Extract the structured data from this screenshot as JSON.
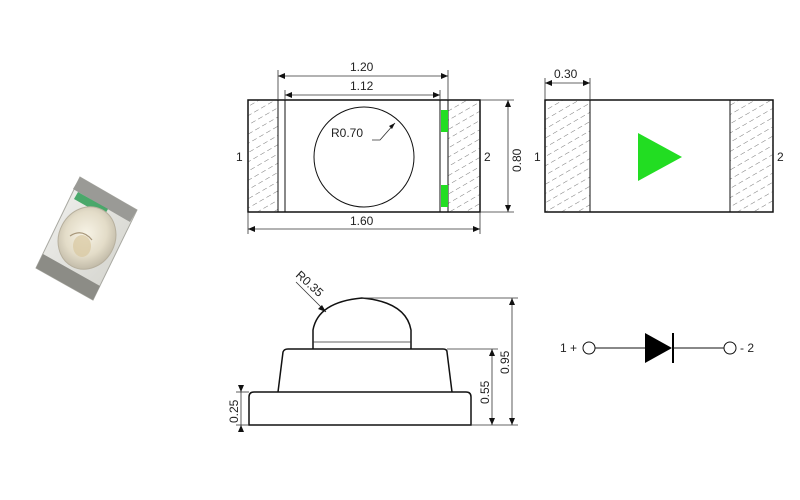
{
  "top_view": {
    "pin_left": "1",
    "pin_right": "2",
    "dim_overall_inner": "1.20",
    "dim_window": "1.12",
    "dim_length": "1.60",
    "dim_width": "0.80",
    "dim_radius": "R0.70"
  },
  "bottom_view": {
    "pin_left": "1",
    "pin_right": "2",
    "dim_pad": "0.30",
    "polarity_color": "#22dd22"
  },
  "side_view": {
    "dim_dome_radius": "R0.35",
    "dim_total_height": "0.95",
    "dim_body_height": "0.55",
    "dim_base_height": "0.25"
  },
  "schematic": {
    "anode_label": "1 +",
    "cathode_label": "- 2"
  },
  "colors": {
    "accent_green": "#22dd22",
    "line": "#111111"
  }
}
